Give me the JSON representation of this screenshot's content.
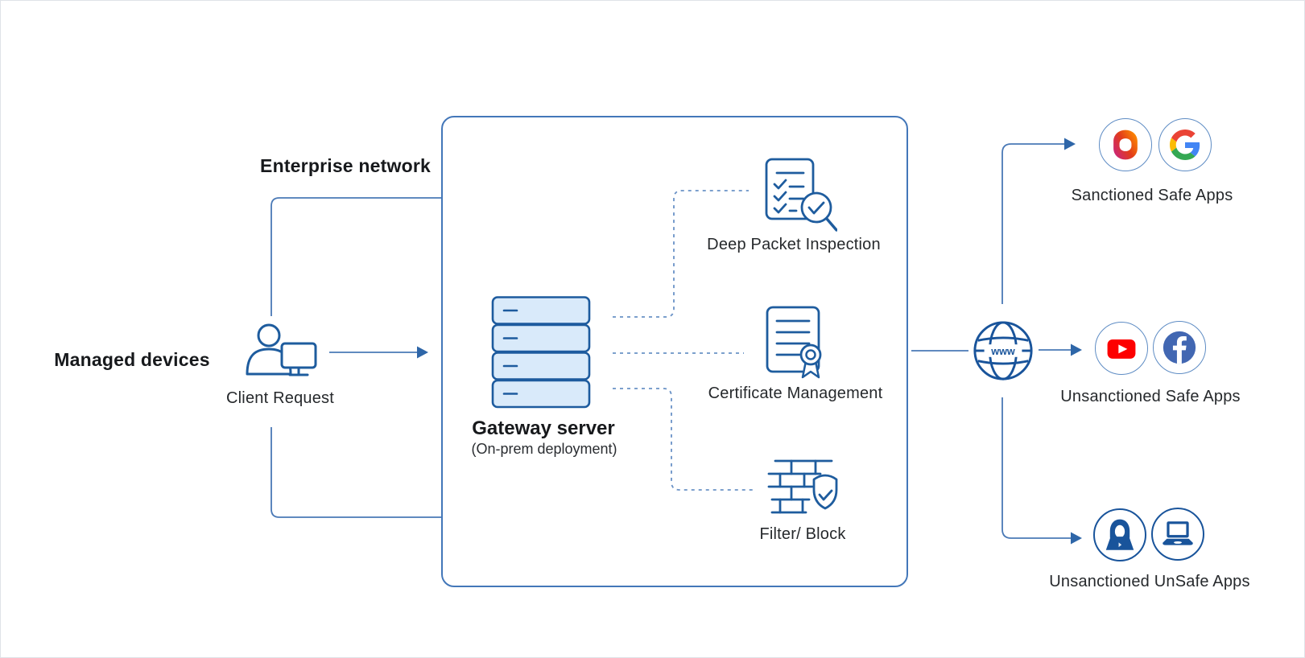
{
  "colors": {
    "line_blue": "#4a79b6",
    "dashed_blue": "#6a92c6",
    "box_border_blue": "#4377b9",
    "icon_stroke_blue": "#1e5c9e",
    "solid_glyph_blue": "#19549b",
    "server_fill": "#d9eafa",
    "text_dark": "#17191c",
    "label_dark": "#26292c",
    "youtube_red": "#fd0000",
    "facebook_blue": "#4267b2"
  },
  "labels": {
    "managed_devices": "Managed devices",
    "client_request": "Client Request",
    "enterprise_network": "Enterprise network"
  },
  "gateway": {
    "title": "Gateway server",
    "subtitle": "(On-prem deployment)",
    "features": [
      {
        "label": "Deep Packet Inspection",
        "icon": "checklist-magnifier-icon"
      },
      {
        "label": "Certificate Management",
        "icon": "certificate-ribbon-icon"
      },
      {
        "label": "Filter/ Block",
        "icon": "firewall-shield-icon"
      }
    ]
  },
  "internet": {
    "globe_label": "www"
  },
  "destinations": [
    {
      "label": "Sanctioned Safe Apps",
      "icons": [
        "microsoft-office-icon",
        "google-icon"
      ]
    },
    {
      "label": "Unsanctioned Safe Apps",
      "icons": [
        "youtube-icon",
        "facebook-icon"
      ]
    },
    {
      "label": "Unsanctioned UnSafe Apps",
      "icons": [
        "hacker-icon",
        "laptop-icon"
      ]
    }
  ]
}
